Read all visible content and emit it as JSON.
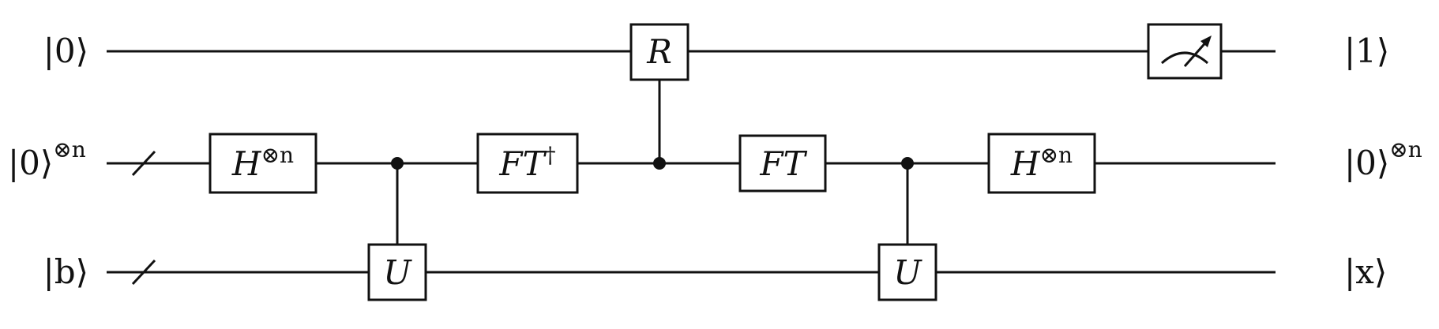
{
  "inputs": {
    "q0": {
      "ket": "|0⟩",
      "exp": ""
    },
    "q1": {
      "ket": "|0⟩",
      "exp": "⊗n"
    },
    "q2": {
      "ket": "|b⟩",
      "exp": ""
    }
  },
  "outputs": {
    "q0": {
      "ket": "|1⟩",
      "exp": ""
    },
    "q1": {
      "ket": "|0⟩",
      "exp": "⊗n"
    },
    "q2": {
      "ket": "|x⟩",
      "exp": ""
    }
  },
  "gates": {
    "h1": {
      "base": "H",
      "exp": "⊗n"
    },
    "u1": {
      "base": "U"
    },
    "ftd": {
      "base": "FT",
      "exp": "†"
    },
    "r": {
      "base": "R"
    },
    "ft": {
      "base": "FT"
    },
    "u2": {
      "base": "U"
    },
    "h2": {
      "base": "H",
      "exp": "⊗n"
    }
  }
}
